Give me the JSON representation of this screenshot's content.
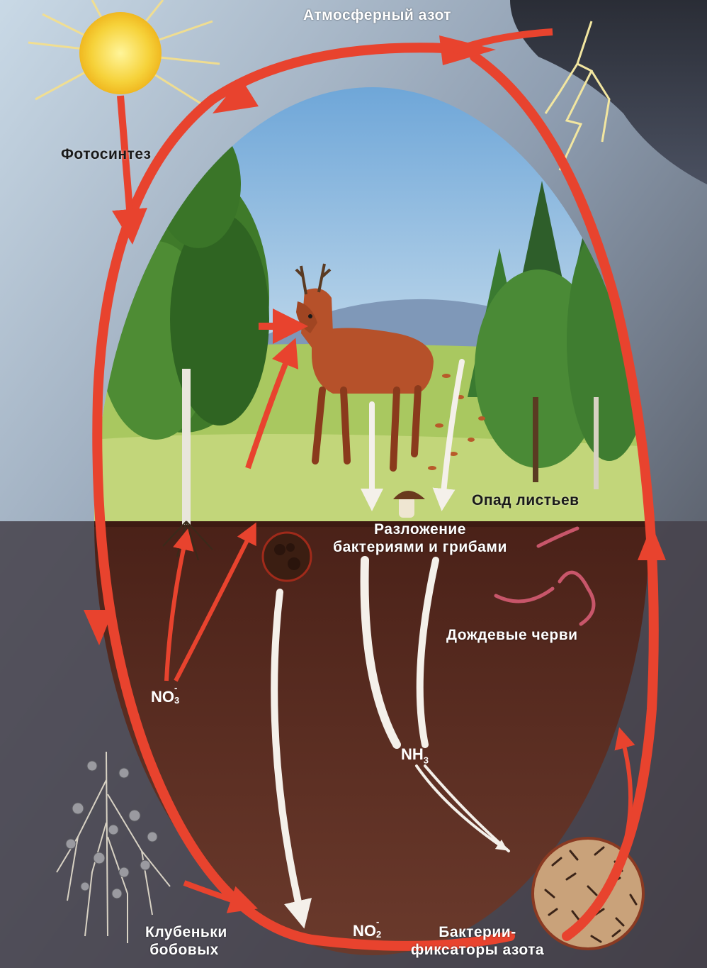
{
  "labels": {
    "atmospheric_nitrogen": "Атмосферный азот",
    "photosynthesis": "Фотосинтез",
    "leaf_litter": "Опад листьев",
    "decomposition_line1": "Разложение",
    "decomposition_line2": "бактериями и грибами",
    "earthworms": "Дождевые черви",
    "nodules_line1": "Клубеньки",
    "nodules_line2": "бобовых",
    "fixers_line1": "Бактерии-",
    "fixers_line2": "фиксаторы азота"
  },
  "chemicals": {
    "nitrate": {
      "base": "NO",
      "sub": "3",
      "sup": "-"
    },
    "ammonia": {
      "base": "NH",
      "sub": "3"
    },
    "nitrite": {
      "base": "NO",
      "sub": "2",
      "sup": "-"
    }
  },
  "colors": {
    "cycle_arrow": "#e8432e",
    "sky": "#9cc4e2",
    "soil": "#5a2a1e",
    "sun": "#f6d23a",
    "grass": "#a9c860"
  }
}
